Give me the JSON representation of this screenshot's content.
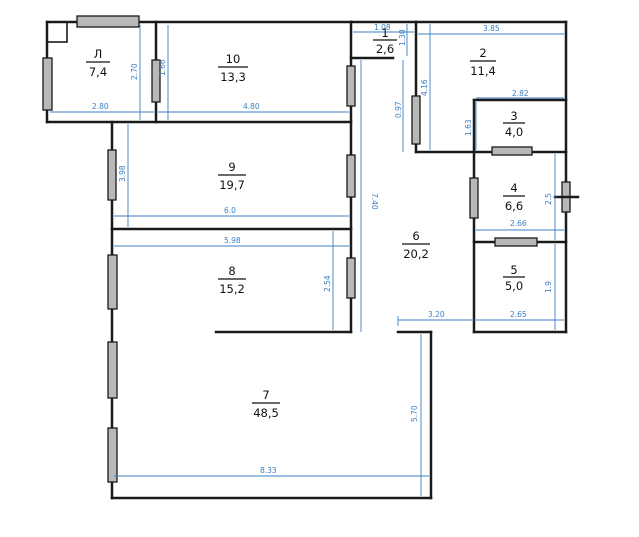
{
  "rooms": [
    {
      "id": "Л",
      "area": "7,4"
    },
    {
      "id": "10",
      "area": "13,3"
    },
    {
      "id": "1",
      "area": "2,6"
    },
    {
      "id": "2",
      "area": "11,4"
    },
    {
      "id": "3",
      "area": "4,0"
    },
    {
      "id": "4",
      "area": "6,6"
    },
    {
      "id": "5",
      "area": "5,0"
    },
    {
      "id": "6",
      "area": "20,2"
    },
    {
      "id": "9",
      "area": "19,7"
    },
    {
      "id": "8",
      "area": "15,2"
    },
    {
      "id": "7",
      "area": "48,5"
    }
  ],
  "dimensions": {
    "balcony_width": "2.80",
    "balcony_height": "2.70",
    "room10_width": "4.80",
    "room10_height": "1.66",
    "room1_width": "1.08",
    "room1_height": "1.30",
    "room2_width": "3.85",
    "room2_height": "4.16",
    "room3_width": "2.82",
    "room3_height": "1.63",
    "room4_width": "2.66",
    "room4_height": "2.5",
    "room5_width": "2.65",
    "room5_height": "1.9",
    "room9_width": "6.0",
    "room9_height": "3.98",
    "room8_width": "5.98",
    "room8_height": "2.54",
    "hall_height": "7.40",
    "hall_width": "3.20",
    "hall_short": "0.97",
    "room7_width": "8.33",
    "room7_height": "5.70"
  }
}
